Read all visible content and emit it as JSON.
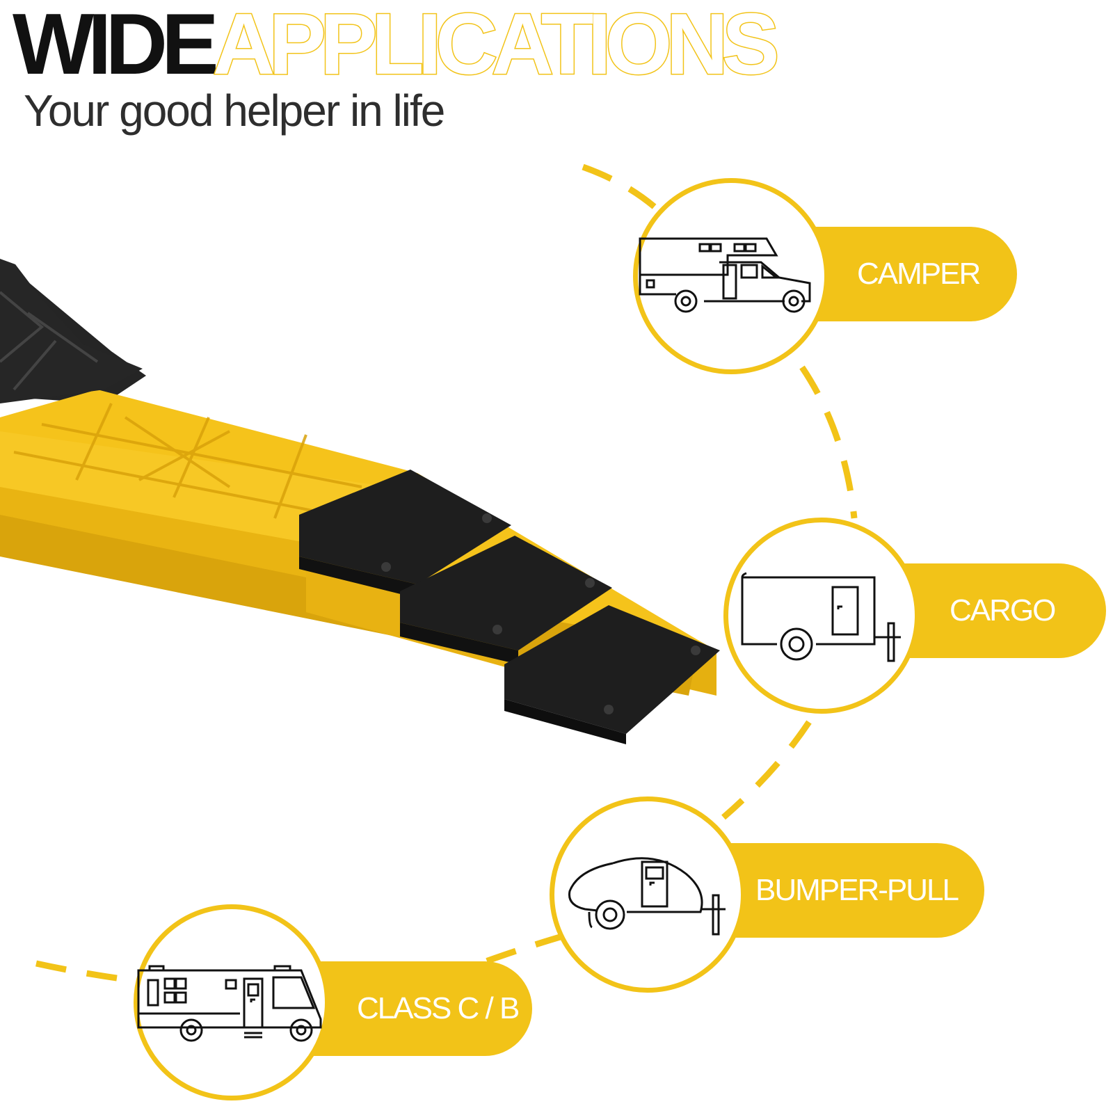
{
  "header": {
    "title_dark": "WIDE",
    "title_outline": "APPLICATIONS",
    "subtitle": "Your good helper in life"
  },
  "applications": [
    {
      "label": "CAMPER",
      "icon": "truck-camper-icon"
    },
    {
      "label": "CARGO",
      "icon": "cargo-trailer-icon"
    },
    {
      "label": "BUMPER-PULL",
      "icon": "teardrop-trailer-icon"
    },
    {
      "label": "CLASS C / B",
      "icon": "motorhome-icon"
    }
  ],
  "colors": {
    "accent": "#F2C318",
    "block_yellow": "#F5C31B",
    "ramp_black": "#1f1f1f",
    "text_dark": "#111111"
  }
}
